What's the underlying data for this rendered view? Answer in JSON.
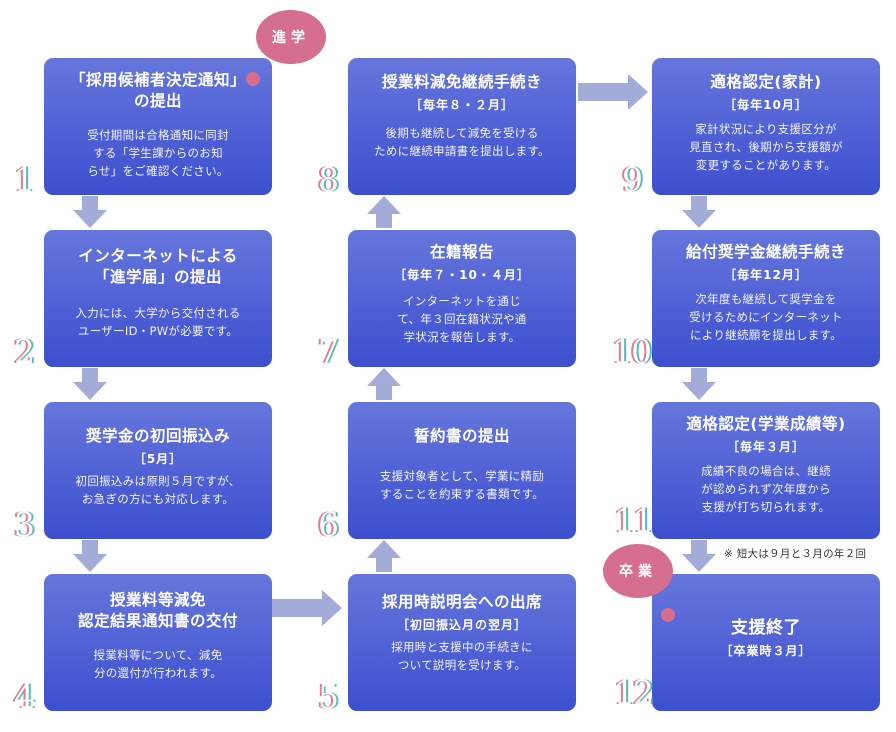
{
  "steps": [
    {
      "num": "1",
      "title": "「採用候補者決定通知」\nの提出",
      "period": "",
      "desc": "受付期間は合格通知に同封\nする「学生課からのお知\nらせ」をご確認ください。"
    },
    {
      "num": "2",
      "title": "インターネットによる\n「進学届」の提出",
      "period": "",
      "desc": "入力には、大学から交付される\nユーザーID・PWが必要です。"
    },
    {
      "num": "3",
      "title": "奨学金の初回振込み",
      "period": "［5月］",
      "desc": "初回振込みは原則５月ですが、\nお急ぎの方にも対応します。"
    },
    {
      "num": "4",
      "title": "授業料等減免\n認定結果通知書の交付",
      "period": "",
      "desc": "授業料等について、減免\n分の還付が行われます。"
    },
    {
      "num": "5",
      "title": "採用時説明会への出席",
      "period": "［初回振込月の翌月］",
      "desc": "採用時と支援中の手続きに\nついて説明を受けます。"
    },
    {
      "num": "6",
      "title": "誓約書の提出",
      "period": "",
      "desc": "支援対象者として、学業に精励\nすることを約束する書類です。"
    },
    {
      "num": "7",
      "title": "在籍報告",
      "period": "［毎年７・10・４月］",
      "desc": "インターネットを通じ\nて、年３回在籍状況や通\n学状況を報告します。"
    },
    {
      "num": "8",
      "title": "授業料減免継続手続き",
      "period": "［毎年８・２月］",
      "desc": "後期も継続して減免を受ける\nために継続申請書を提出します。"
    },
    {
      "num": "9",
      "title": "適格認定(家計)",
      "period": "［毎年10月］",
      "desc": "家計状況により支援区分が\n見直され、後期から支援額が\n変更することがあります。"
    },
    {
      "num": "10",
      "title": "給付奨学金継続手続き",
      "period": "［毎年12月］",
      "desc": "次年度も継続して奨学金を\n受けるためにインターネット\nにより継続願を提出します。"
    },
    {
      "num": "11",
      "title": "適格認定(学業成績等)",
      "period": "［毎年３月］",
      "desc": "成績不良の場合は、継続\nが認められず次年度から\n支援が打ち切られます。"
    },
    {
      "num": "12",
      "title": "支援終了",
      "period": "［卒業時３月］",
      "desc": ""
    }
  ],
  "tags": {
    "start": "進学",
    "end": "卒業"
  },
  "note": "※ 短大は９月と３月の年２回",
  "colors": {
    "box_top": "#6676dc",
    "box_bottom": "#3d4fcf",
    "arrow": "#a3abd8",
    "tag": "#d56f8d",
    "num_shadow_left": "#e2788c",
    "num_shadow_right": "#56b8ba"
  }
}
